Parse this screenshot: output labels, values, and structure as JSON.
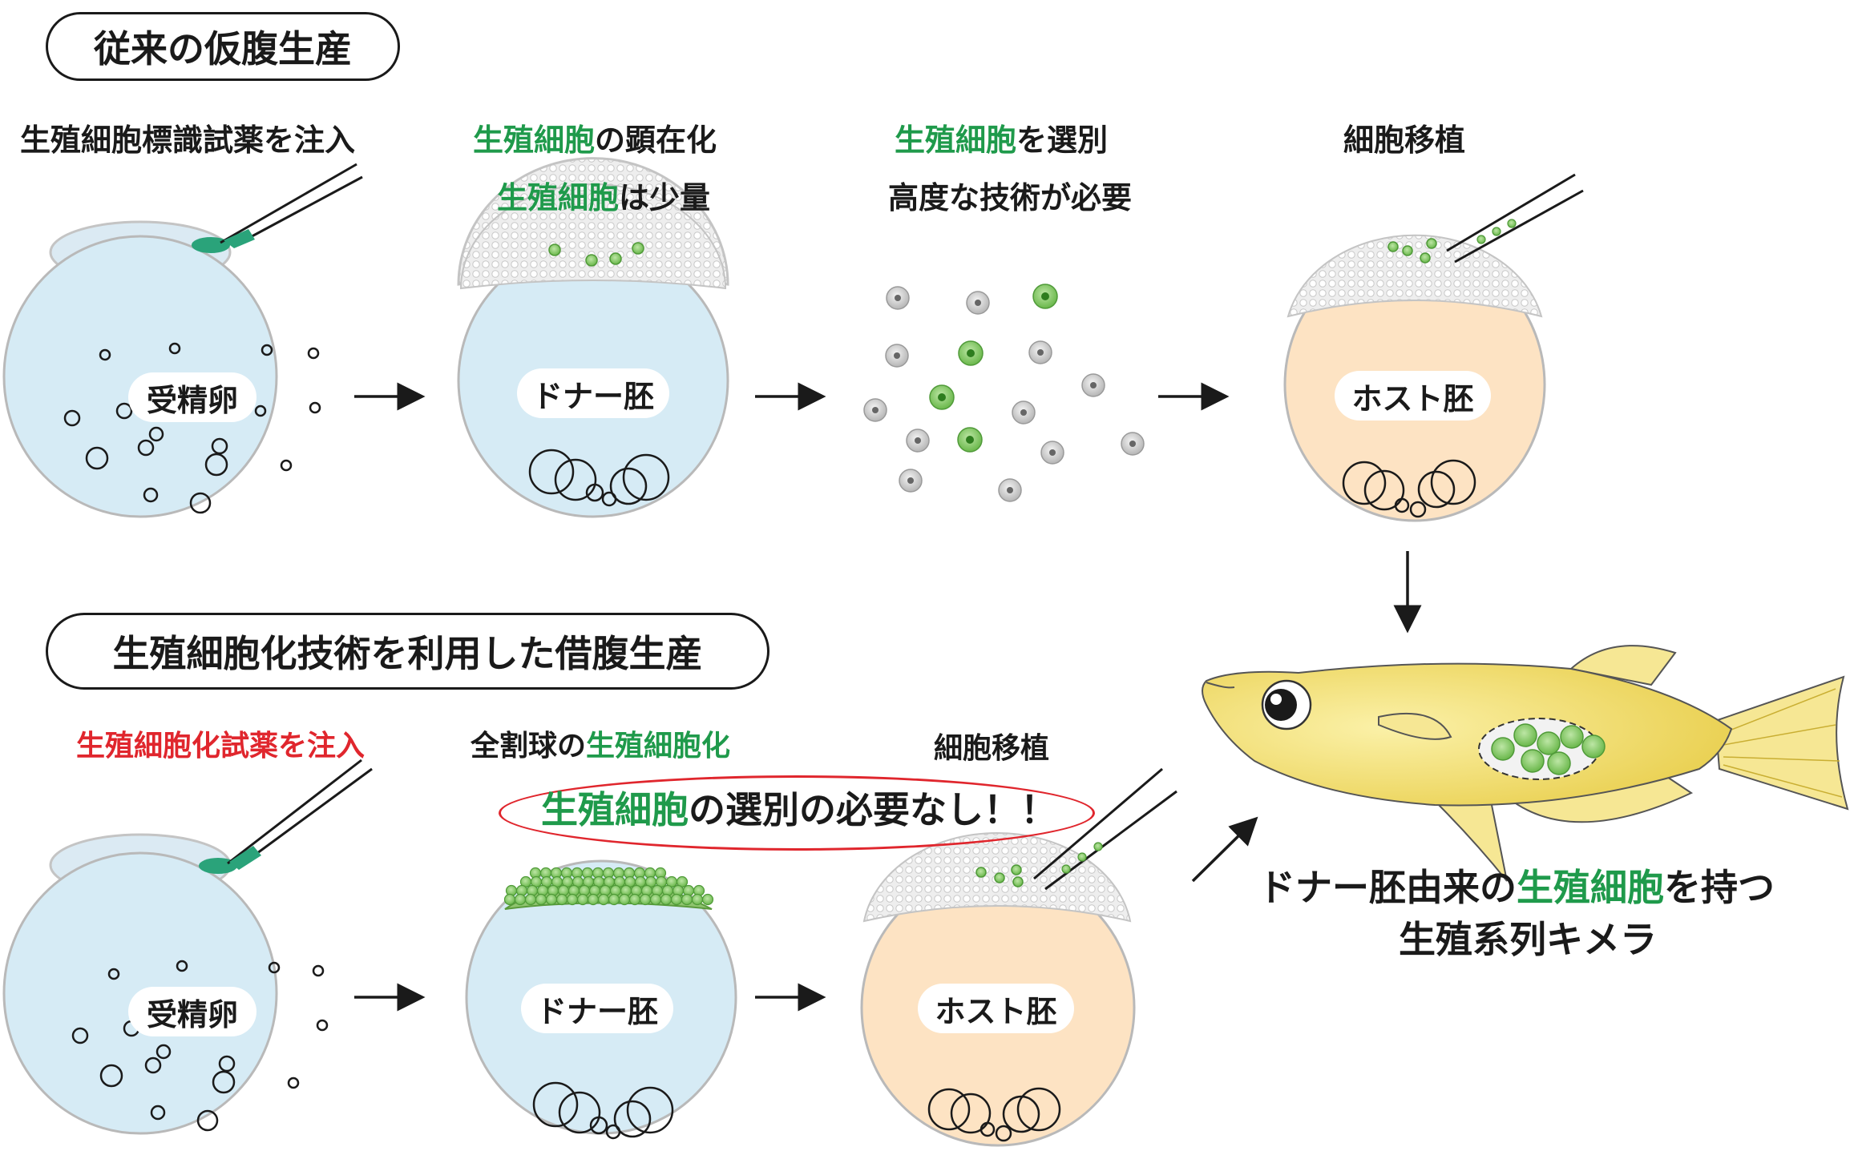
{
  "sections": {
    "top_title": "従来の仮腹生産",
    "bottom_title": "生殖細胞化技術を利用した借腹生産"
  },
  "top_row": {
    "step1_caption": "生殖細胞標識試薬を注入",
    "step1_embryo_label": "受精卵",
    "step2_caption_green": "生殖細胞",
    "step2_caption_rest": "の顕在化",
    "step2_note_green": "生殖細胞",
    "step2_note_rest": "は少量",
    "step2_embryo_label": "ドナー胚",
    "step3_caption_green": "生殖細胞",
    "step3_caption_rest": "を選別",
    "step3_note": "高度な技術が必要",
    "step4_caption": "細胞移植",
    "step4_embryo_label": "ホスト胚"
  },
  "bottom_row": {
    "step1_caption": "生殖細胞化試薬を注入",
    "step1_embryo_label": "受精卵",
    "step2_caption_rest": "全割球の",
    "step2_caption_green": "生殖細胞化",
    "callout_green": "生殖細胞",
    "callout_rest": "の選別の必要なし！！",
    "step2_embryo_label": "ドナー胚",
    "step3_caption": "細胞移植",
    "step3_embryo_label": "ホスト胚"
  },
  "result": {
    "line1_part1": "ドナー胚由来の",
    "line1_green": "生殖細胞",
    "line1_part2": "を持つ",
    "line2": "生殖系列キメラ"
  },
  "colors": {
    "accent_green": "#1f9a4b",
    "alert_red": "#e0262d",
    "egg_blue": "#d6ebf5",
    "host_peach": "#fde3c3",
    "fish_yellow": "#f2dc66"
  }
}
